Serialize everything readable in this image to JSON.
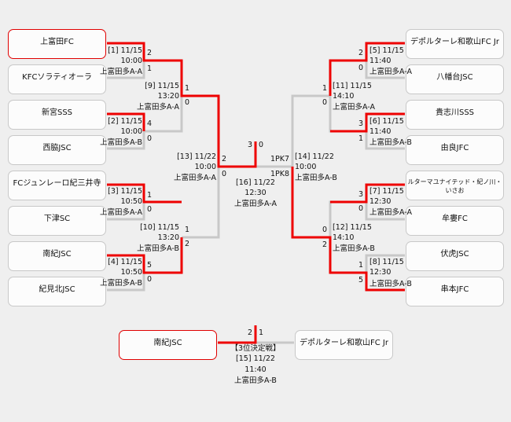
{
  "teams_left": [
    "上富田FC",
    "KFCソラティオーラ",
    "新宮SSS",
    "西脇JSC",
    "FCジュンレーロ紀三井寺",
    "下津SC",
    "南紀JSC",
    "紀見北JSC"
  ],
  "teams_right": [
    "デポルターレ和歌山FC Jr",
    "八幡台JSC",
    "貴志川SSS",
    "由良JFC",
    "ルターマユナイテッド・紀ノ川・いさお",
    "牟婁FC",
    "伏虎JSC",
    "串本JFC"
  ],
  "matches": {
    "m1": {
      "id": "[1] 11/15",
      "time": "10:00",
      "venue": "上富田多A-A",
      "s1": "2",
      "s2": "1"
    },
    "m2": {
      "id": "[2] 11/15",
      "time": "10:00",
      "venue": "上富田多A-B",
      "s1": "4",
      "s2": "0"
    },
    "m3": {
      "id": "[3] 11/15",
      "time": "10:50",
      "venue": "上富田多A-A",
      "s1": "1",
      "s2": "0"
    },
    "m4": {
      "id": "[4] 11/15",
      "time": "10:50",
      "venue": "上富田多A-B",
      "s1": "5",
      "s2": "0"
    },
    "m5": {
      "id": "[5] 11/15",
      "time": "11:40",
      "venue": "上富田多A-A",
      "s1": "2",
      "s2": "0"
    },
    "m6": {
      "id": "[6] 11/15",
      "time": "11:40",
      "venue": "上富田多A-B",
      "s1": "3",
      "s2": "1"
    },
    "m7": {
      "id": "[7] 11/15",
      "time": "12:30",
      "venue": "上富田多A-A",
      "s1": "3",
      "s2": "0"
    },
    "m8": {
      "id": "[8] 11/15",
      "time": "12:30",
      "venue": "上富田多A-B",
      "s1": "1",
      "s2": "5"
    },
    "m9": {
      "id": "[9] 11/15",
      "time": "13:20",
      "venue": "上富田多A-A",
      "s1": "1",
      "s2": "0"
    },
    "m10": {
      "id": "[10] 11/15",
      "time": "13:20",
      "venue": "上富田多A-B",
      "s1": "1",
      "s2": "2"
    },
    "m11": {
      "id": "[11] 11/15",
      "time": "14:10",
      "venue": "上富田多A-A",
      "s1": "1",
      "s2": "0"
    },
    "m12": {
      "id": "[12] 11/15",
      "time": "14:10",
      "venue": "上富田多A-B",
      "s1": "0",
      "s2": "2"
    },
    "m13": {
      "id": "[13] 11/22",
      "time": "10:00",
      "venue": "上富田多A-A",
      "s1": "2",
      "s2": "0"
    },
    "m14": {
      "id": "[14] 11/22",
      "time": "10:00",
      "venue": "上富田多A-B",
      "s1": "1PK7",
      "s2": "1PK8"
    },
    "m16": {
      "id": "[16] 11/22",
      "time": "12:30",
      "venue": "上富田多A-A",
      "s1": "3",
      "s2": "0"
    }
  },
  "third_place": {
    "label": "【3位決定戦】",
    "id": "[15] 11/22",
    "time": "11:40",
    "venue": "上富田多A-B",
    "team1": "南紀JSC",
    "team2": "デポルターレ和歌山FC Jr",
    "s1": "2",
    "s2": "1"
  },
  "colors": {
    "winner": "#ee0000",
    "loser": "#c8c8c8"
  }
}
